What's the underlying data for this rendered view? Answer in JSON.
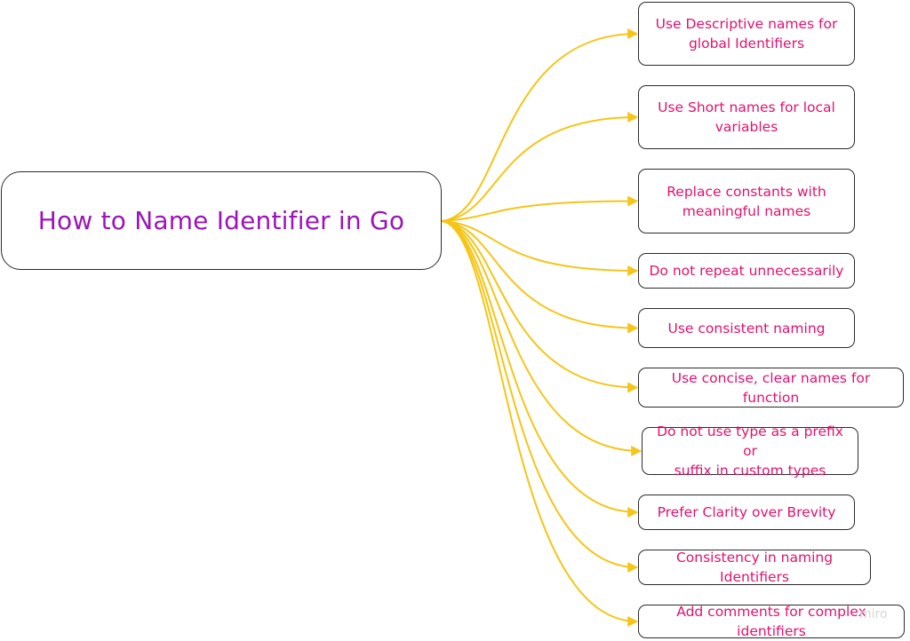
{
  "diagram": {
    "root": {
      "label": "How to Name Identifier in Go"
    },
    "children": [
      {
        "label": "Use Descriptive names for\nglobal Identifiers"
      },
      {
        "label": "Use Short names for local\nvariables"
      },
      {
        "label": "Replace constants with\nmeaningful names"
      },
      {
        "label": "Do not repeat unnecessarily"
      },
      {
        "label": "Use consistent naming"
      },
      {
        "label": "Use concise, clear names for function"
      },
      {
        "label": "Do not use type as a prefix or\nsuffix in custom types"
      },
      {
        "label": "Prefer Clarity over Brevity"
      },
      {
        "label": "Consistency in naming Identifiers"
      },
      {
        "label": "Add comments for complex identifiers"
      }
    ],
    "watermark": "miro",
    "colors": {
      "root_text": "#9b16b8",
      "leaf_text": "#e0136f",
      "connector": "#f5c518",
      "border": "#2b2b2b"
    }
  }
}
